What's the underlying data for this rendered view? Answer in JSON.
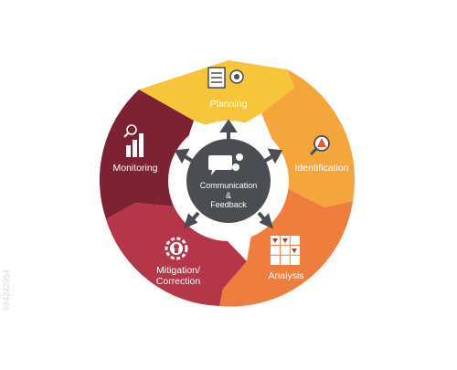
{
  "diagram": {
    "center": {
      "label_line1": "Communication",
      "label_line2": "&",
      "label_line3": "Feedback"
    },
    "segments": [
      {
        "key": "planning",
        "label": "Planning",
        "color": "#f7c53b",
        "icon": "checklist-target-icon"
      },
      {
        "key": "identification",
        "label": "Identification",
        "color": "#f4a53c",
        "icon": "magnifier-warning-icon"
      },
      {
        "key": "analysis",
        "label": "Analysis",
        "color": "#ee7d3e",
        "icon": "risk-matrix-icon"
      },
      {
        "key": "mitigation",
        "label_line1": "Mitigation/",
        "label_line2": "Correction",
        "color": "#b53549",
        "icon": "lightbulb-gear-icon"
      },
      {
        "key": "monitoring",
        "label": "Monitoring",
        "color": "#7c2233",
        "icon": "bar-chart-magnifier-icon"
      }
    ],
    "colors": {
      "center_fill": "#4a4d52",
      "ring_gap": "#ffffff"
    }
  },
  "watermark": {
    "id_text": "924242954"
  }
}
